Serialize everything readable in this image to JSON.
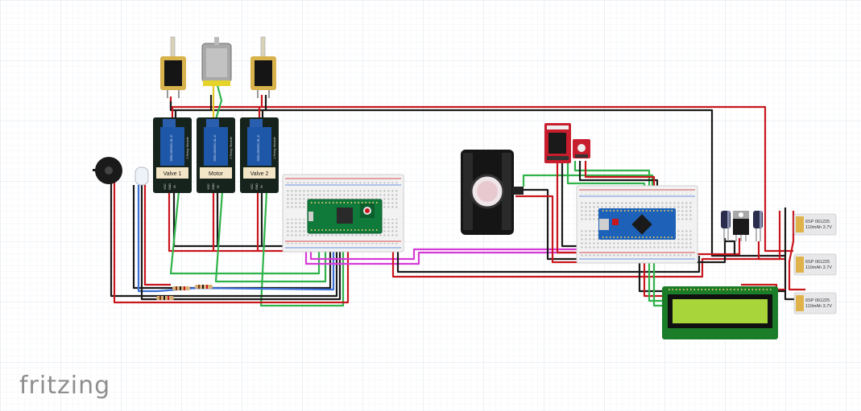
{
  "app": {
    "logo_text": "fritzing"
  },
  "relays": [
    {
      "label": "Valve 1",
      "side_text": "1 Relay Module",
      "brand": "SRD-05VDC-SL-C"
    },
    {
      "label": "Motor",
      "side_text": "1 Relay Module",
      "brand": "SRD-05VDC-SL-C"
    },
    {
      "label": "Valve 2",
      "side_text": "1 Relay Module",
      "brand": "SRD-05VDC-SL-C"
    }
  ],
  "relay_pins": [
    "VCC",
    "GND",
    "IN"
  ],
  "batteries": [
    {
      "line1": "6SP 061225",
      "line2": "110mAh 3.7V"
    },
    {
      "line1": "6SP 061225",
      "line2": "110mAh 3.7V"
    },
    {
      "line1": "6SP 061225",
      "line2": "110mAh 3.7V"
    }
  ],
  "colors": {
    "wire_red": "#c8161d",
    "wire_black": "#1a1a1a",
    "wire_green": "#2fb34a",
    "wire_magenta": "#d63ad6",
    "wire_blue": "#3b6fd6",
    "relay_board": "#16231c",
    "relay_blue": "#1f57a8",
    "pico_green": "#0f7a3a",
    "nano_blue": "#1d62b8",
    "lcd_green": "#1c7d28",
    "lcd_screen": "#a8d63a",
    "sensor_red": "#c81d2c",
    "grid": "#e3e7ee"
  }
}
